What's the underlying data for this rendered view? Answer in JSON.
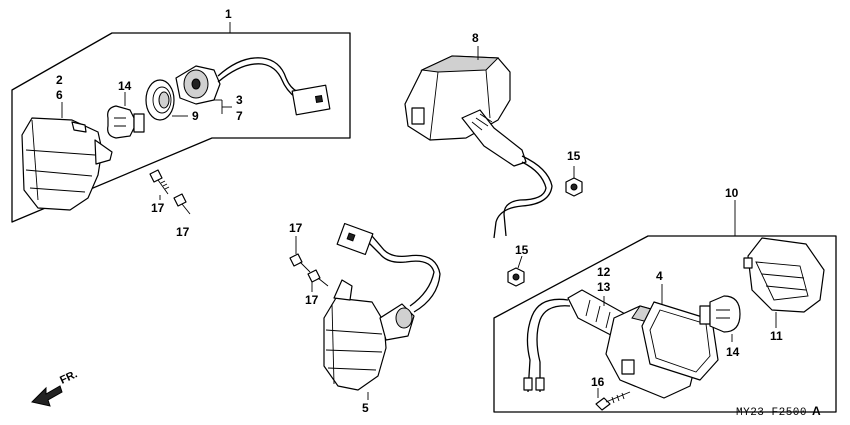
{
  "callouts": {
    "c1": "1",
    "c2": "2",
    "c6": "6",
    "c14a": "14",
    "c3": "3",
    "c7": "7",
    "c9": "9",
    "c17a": "17",
    "c17b": "17",
    "c8": "8",
    "c15a": "15",
    "c15b": "15",
    "c10": "10",
    "c17c": "17",
    "c17d": "17",
    "c5": "5",
    "c12": "12",
    "c13": "13",
    "c4": "4",
    "c14b": "14",
    "c11": "11",
    "c16": "16"
  },
  "direction_label": "FR.",
  "diagram_code": "MY23-F2500",
  "diagram_code_suffix": "A"
}
